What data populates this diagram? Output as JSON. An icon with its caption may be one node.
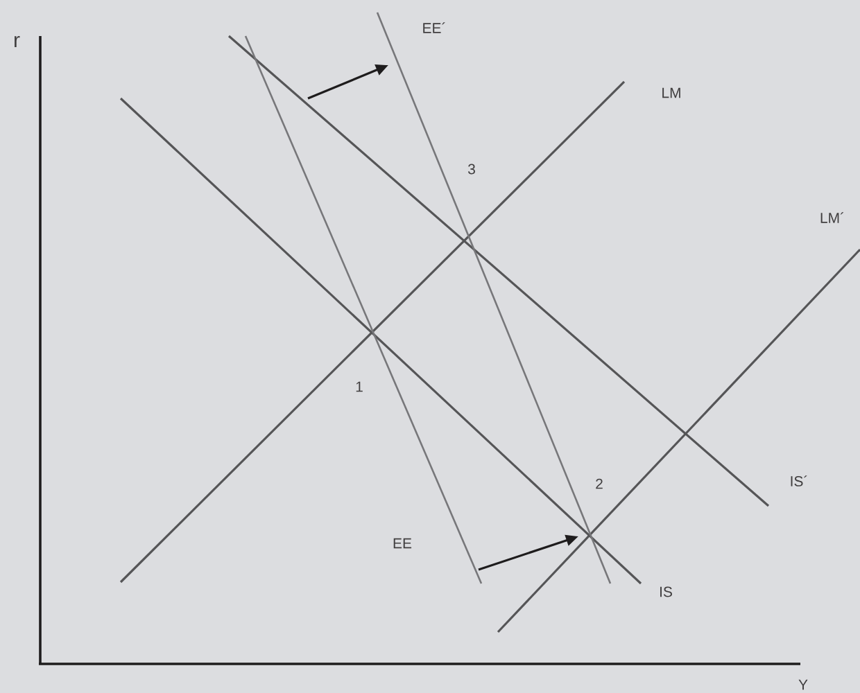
{
  "diagram": {
    "labels": [
      "r",
      "EE´",
      "LM",
      "3",
      "LM´",
      "1",
      "2",
      "IS´",
      "EE",
      "IS",
      "Y"
    ]
  }
}
